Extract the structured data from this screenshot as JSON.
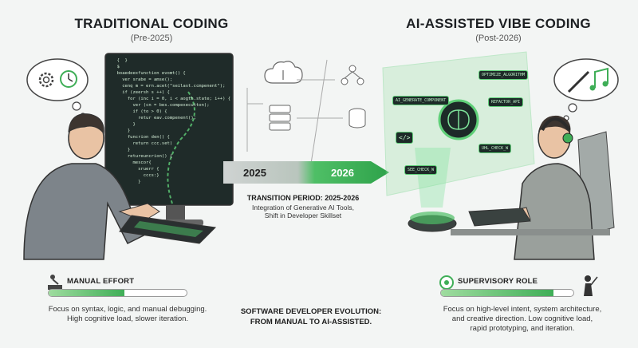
{
  "left": {
    "title": "TRADITIONAL CODING",
    "subtitle": "(Pre-2025)",
    "meter_label": "MANUAL EFFORT",
    "meter_level": 0.55,
    "description_line1": "Focus on syntax, logic, and manual debugging.",
    "description_line2": "High cognitive load, slower iteration.",
    "code_lines": [
      "  {  }",
      "  $",
      "  boaedeexfunction evomt() {",
      "    ver srabe = amse();",
      "    cenq m = ern.acet(\"seilast.ccmpenent\");",
      "    if (zeersh s ++) {",
      "      for (inc i = 0, i < aogth.state; i++) {",
      "        ver (cn = bes.compexecutton);",
      "        if (to > 0) {",
      "          retur eav.compenent();",
      "        }",
      "      }",
      "      funcrion den() {",
      "        return ccc.set)",
      "      }",
      "      retureuncrion() {",
      "        mescor{",
      "          sruerr {",
      "            cccs:}",
      "          }"
    ]
  },
  "right": {
    "title": "AI-ASSISTED VIBE CODING",
    "subtitle": "(Post-2026)",
    "meter_label": "SUPERVISORY ROLE",
    "meter_level": 0.85,
    "description_line1": "Focus on high-level intent, system architecture,",
    "description_line2": "and creative direction. Low cognitive load,",
    "description_line3": "rapid prototyping, and iteration.",
    "nodes": [
      "AI_GENERATE_COMPONENT",
      "OPTIMIZE_ALGORITHM",
      "REFACTOR_API",
      "SEE_CHECK_W",
      "UHL_CHECK_W",
      "</>"
    ]
  },
  "center": {
    "year_from": "2025",
    "year_to": "2026",
    "transition_title": "TRANSITION PERIOD: 2025-2026",
    "transition_line1": "Integration of Generative AI Tools,",
    "transition_line2": "Shift in Developer Skillset",
    "bottom_line1": "SOFTWARE DEVELOPER EVOLUTION:",
    "bottom_line2": "FROM MANUAL TO AI-ASSISTED."
  },
  "colors": {
    "accent": "#3fae57",
    "dark_screen": "#1f2b29",
    "hoodie": "#7d848a"
  },
  "icons": [
    "gear-icon",
    "clock-icon",
    "magic-wand-icon",
    "music-note-icon",
    "cloud-icon",
    "database-icon",
    "server-icon",
    "network-icon",
    "brain-icon",
    "weight-lifter-icon",
    "conductor-icon"
  ]
}
